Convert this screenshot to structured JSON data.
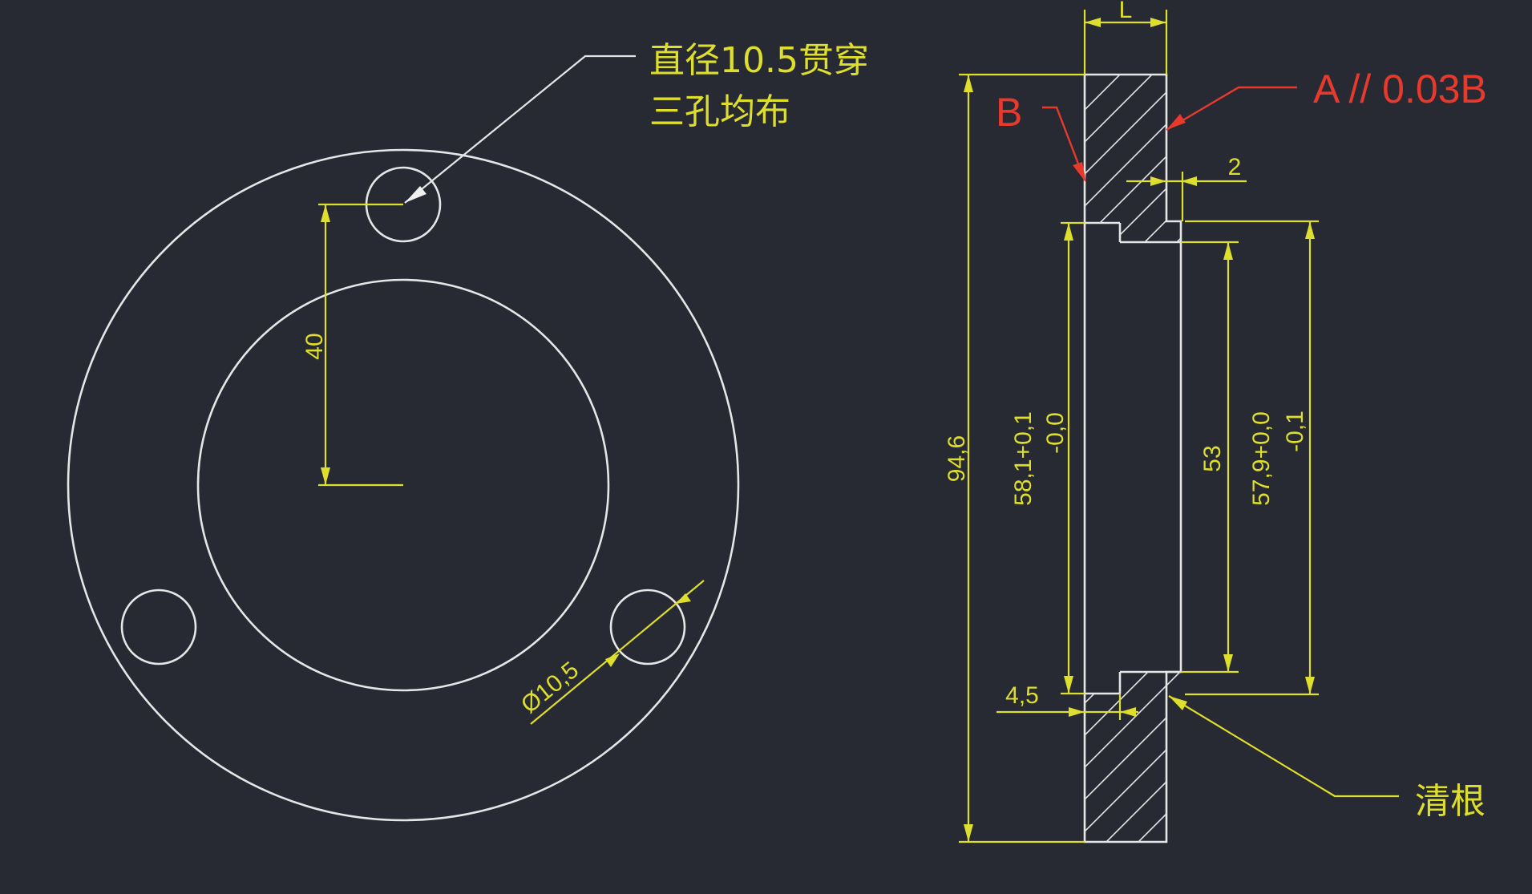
{
  "notes": {
    "hole_note_line1": "直径10.5贯穿",
    "hole_note_line2": "三孔均布",
    "root_clean": "清根"
  },
  "datums": {
    "datum_b": "B",
    "parallelism": "A // 0.03B"
  },
  "dimensions": {
    "bolt_radius": "40",
    "hole_diameter": "Ø10,5",
    "thickness": "L",
    "step": "2",
    "overall_diameter": "94,6",
    "bore_upper": "58,1+0,1",
    "bore_lower": "-0,0",
    "inner": "53",
    "spigot_upper": "57,9+0,0",
    "spigot_lower": "-0,1",
    "recess": "4,5"
  },
  "colors": {
    "background": "#272a33",
    "geometry": "#e6e6e6",
    "dimension": "#dede2c",
    "datum": "#e83a2c"
  }
}
